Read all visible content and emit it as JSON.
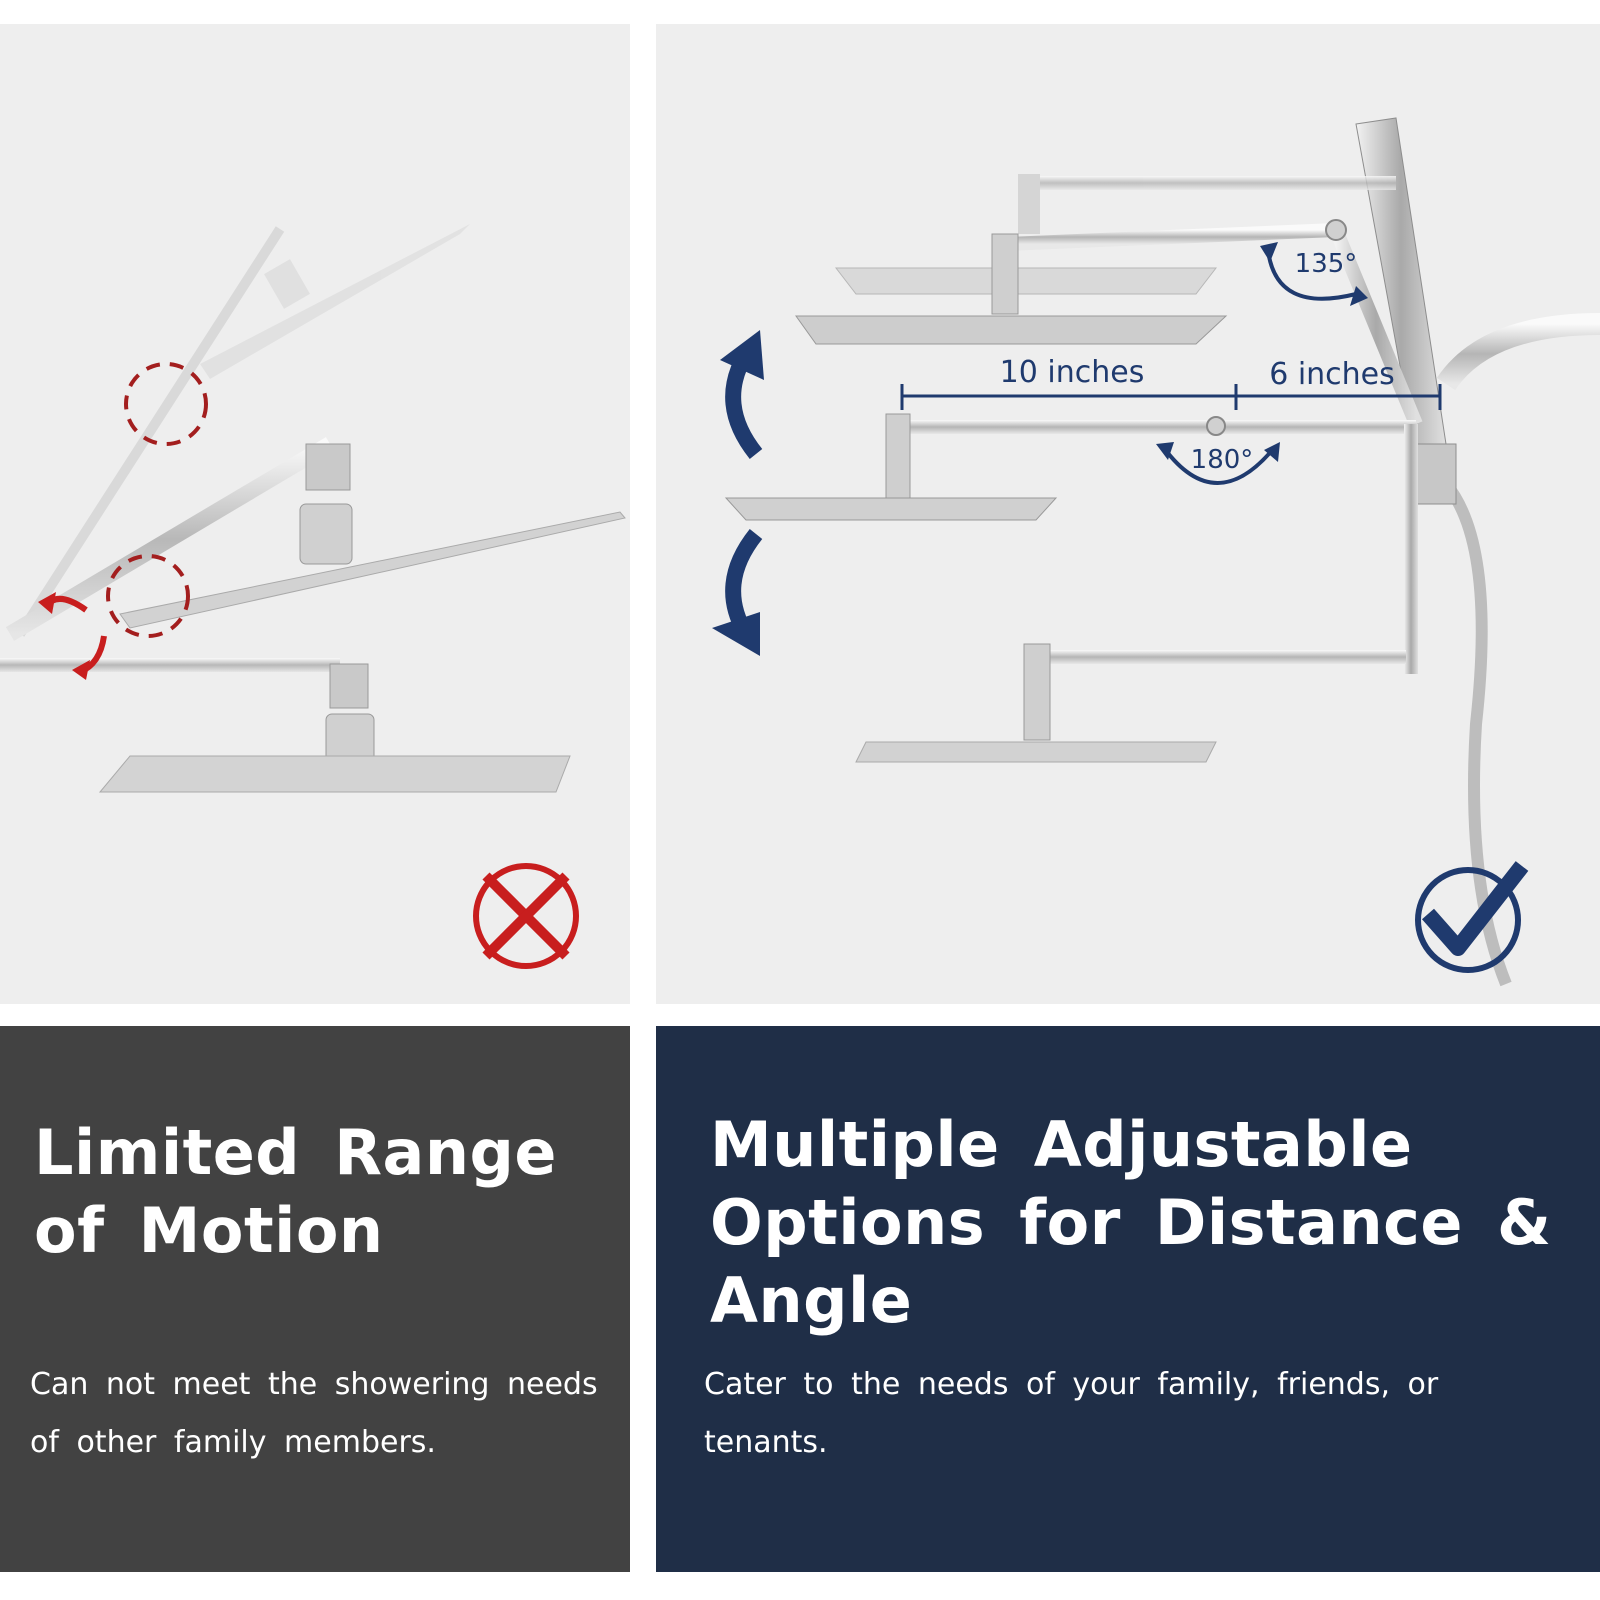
{
  "left_panel": {
    "headline": "Limited Range of Motion",
    "body": "Can not meet the showering needs of other family members."
  },
  "right_panel": {
    "headline": "Multiple Adjustable Options for Distance & Angle",
    "body": "Cater to the needs of your family, friends, or tenants.",
    "labels": {
      "length_primary": "10 inches",
      "length_secondary": "6 inches",
      "angle_primary": "135°",
      "angle_secondary": "180°"
    }
  },
  "colors": {
    "panel_image_bg": "#eeeeee",
    "left_text_bg": "#424242",
    "right_text_bg": "#1f2e47",
    "navy": "#1f3a6e",
    "red": "#c81e1e"
  },
  "icons": [
    "x-mark-icon",
    "checkmark-icon",
    "rotate-up-arrow-icon",
    "rotate-down-arrow-icon"
  ]
}
